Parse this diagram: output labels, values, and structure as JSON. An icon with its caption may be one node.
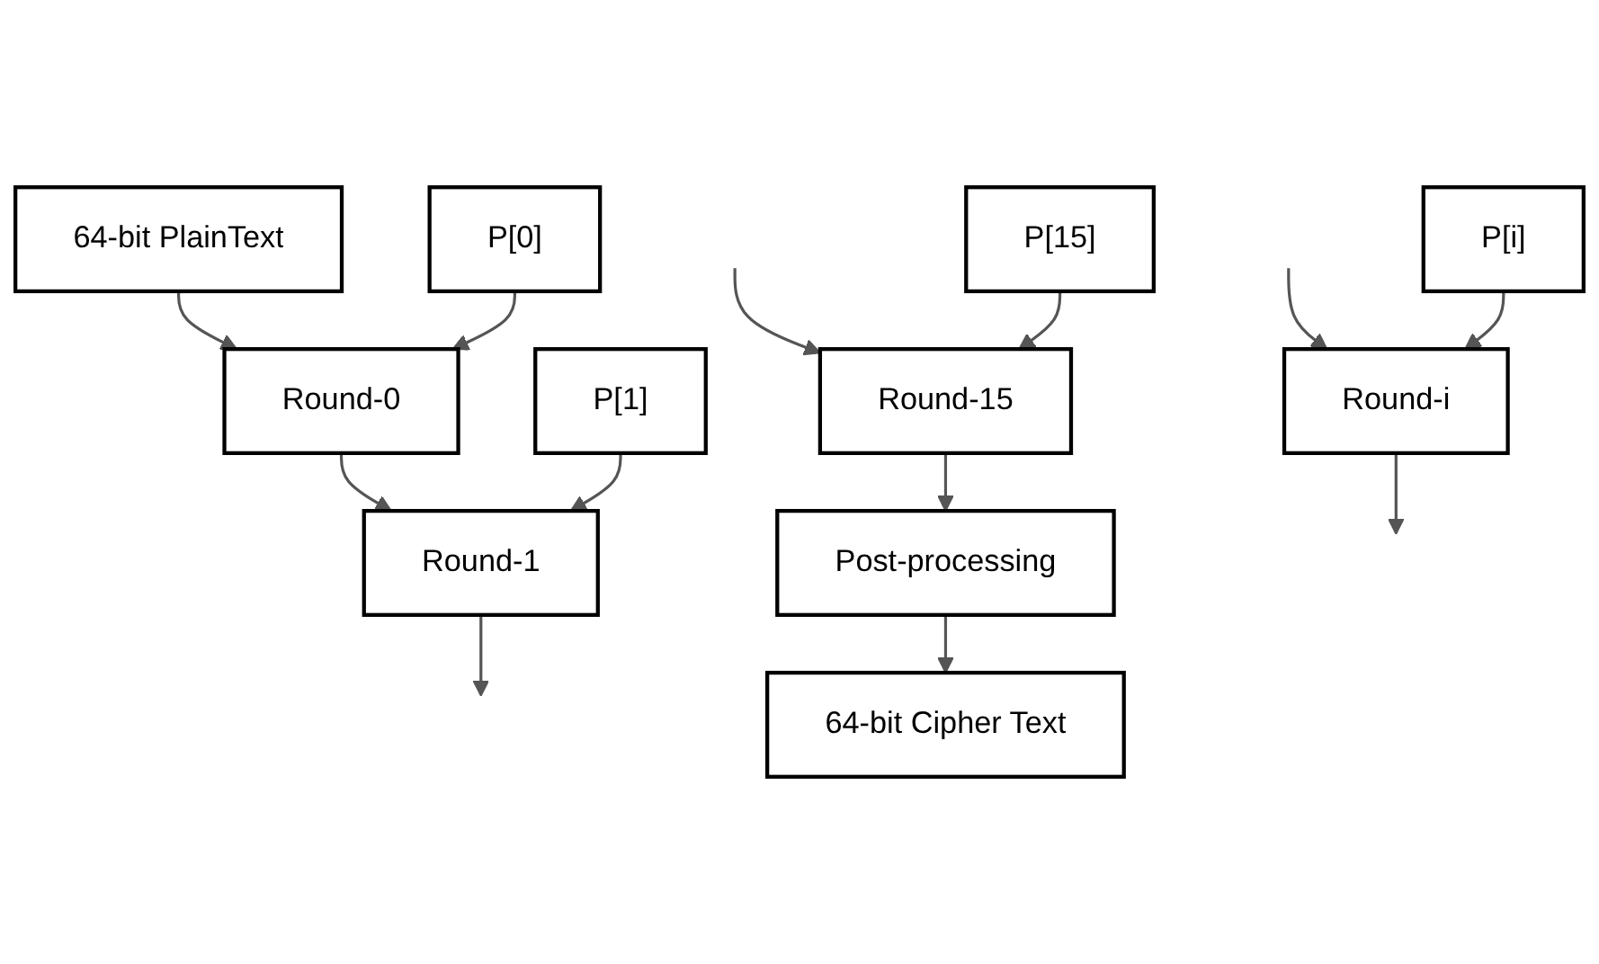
{
  "diagram": {
    "nodes": [
      {
        "text": [
          "64-bit PlainText"
        ]
      },
      {
        "text": [
          "P[0]"
        ]
      },
      {
        "text": [
          "Round-0"
        ]
      },
      {
        "text": [
          "P[1]"
        ]
      },
      {
        "text": [
          "Round-1"
        ]
      },
      {
        "text": [
          "P[i]"
        ]
      },
      {
        "text": [
          "Round-i"
        ]
      },
      {
        "text": [
          "P[15]"
        ]
      },
      {
        "text": [
          "Round-15"
        ]
      },
      {
        "text": [
          "Post-processing"
        ]
      },
      {
        "text": [
          "64-bit Cipher Text"
        ]
      }
    ],
    "edges": [
      {
        "from": 0,
        "to": 2,
        "arrow": "to"
      },
      {
        "from": 1,
        "to": 2,
        "arrow": "to"
      },
      {
        "from": 2,
        "to": 4,
        "arrow": "to"
      },
      {
        "from": 3,
        "to": 4,
        "arrow": "to"
      },
      {
        "from": 4,
        "to": null,
        "arrow": "to"
      },
      {
        "from": null,
        "to": 6,
        "arrow": "to"
      },
      {
        "from": 5,
        "to": 6,
        "arrow": "to"
      },
      {
        "from": 6,
        "to": null,
        "arrow": "to"
      },
      {
        "from": null,
        "to": 8,
        "arrow": "to"
      },
      {
        "from": 7,
        "to": 8,
        "arrow": "to"
      },
      {
        "from": 8,
        "to": 9,
        "arrow": "to"
      },
      {
        "from": 9,
        "to": 10,
        "arrow": "to"
      }
    ]
  }
}
